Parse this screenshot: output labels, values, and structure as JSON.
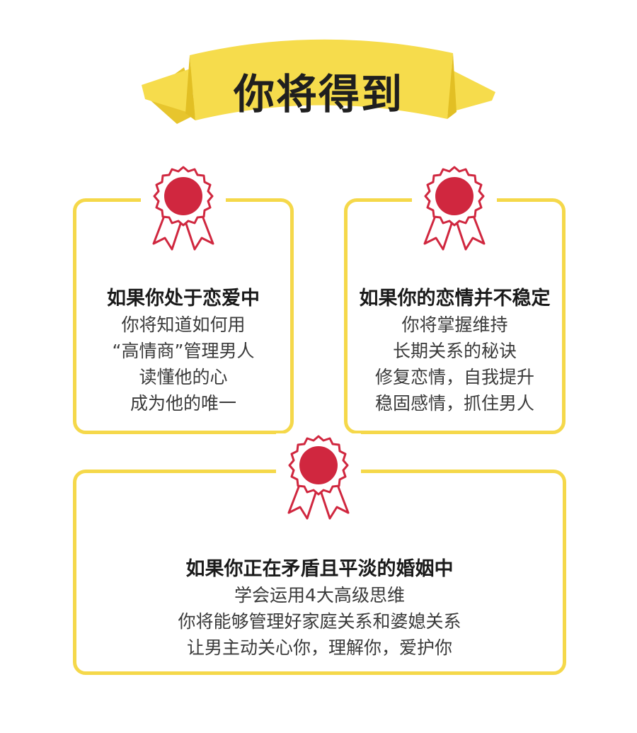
{
  "banner": {
    "title": "你将得到"
  },
  "colors": {
    "ribbon": "#f6dc4c",
    "ribbon_dark": "#e7c52d",
    "frame": "#f5d84a",
    "medal": "#d0273f"
  },
  "cards": [
    {
      "title": "如果你处于恋爱中",
      "lines": [
        "你将知道如何用",
        "“高情商”管理男人",
        "读懂他的心",
        "成为他的唯一"
      ]
    },
    {
      "title": "如果你的恋情并不稳定",
      "lines": [
        "你将掌握维持",
        "长期关系的秘诀",
        "修复恋情，自我提升",
        "稳固感情，抓住男人"
      ]
    },
    {
      "title": "如果你正在矛盾且平淡的婚姻中",
      "lines": [
        "学会运用4大高级思维",
        "你将能够管理好家庭关系和婆媳关系",
        "让男主动关心你，理解你，爱护你"
      ]
    }
  ],
  "icons": {
    "award": "award-rosette-icon"
  }
}
